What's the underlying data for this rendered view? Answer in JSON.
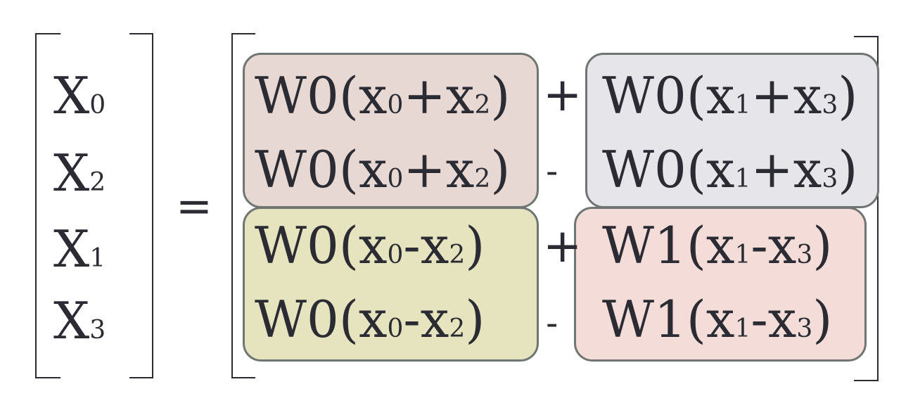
{
  "colors": {
    "box_top_left": "#e8d8d4",
    "box_top_right": "#e6e5ea",
    "box_bottom_left": "#e5e4be",
    "box_bottom_right": "#f4dcd8",
    "box_border": "#6f7570",
    "text": "#2b2b33"
  },
  "lhs": [
    {
      "base": "X",
      "sub": "0"
    },
    {
      "base": "X",
      "sub": "2"
    },
    {
      "base": "X",
      "sub": "1"
    },
    {
      "base": "X",
      "sub": "3"
    }
  ],
  "equals": "=",
  "rhs": {
    "row1": {
      "left": {
        "w": "W0(",
        "a": "x",
        "a_sub": "0",
        "op": "+",
        "b": "x",
        "b_sub": "2",
        "close": ")"
      },
      "op": "+",
      "right": {
        "w": "W0(",
        "a": "x",
        "a_sub": "1",
        "op": "+",
        "b": "x",
        "b_sub": "3",
        "close": ")"
      }
    },
    "row2": {
      "left": {
        "w": "W0(",
        "a": "x",
        "a_sub": "0",
        "op": "+",
        "b": "x",
        "b_sub": "2",
        "close": ")"
      },
      "op": "-",
      "right": {
        "w": "W0(",
        "a": "x",
        "a_sub": "1",
        "op": "+",
        "b": "x",
        "b_sub": "3",
        "close": ")"
      }
    },
    "row3": {
      "left": {
        "w": "W0(",
        "a": "x",
        "a_sub": "0",
        "op": "-",
        "b": "x",
        "b_sub": "2",
        "close": ")"
      },
      "op": "+",
      "right": {
        "w": "W1(",
        "a": "x",
        "a_sub": "1",
        "op": "-",
        "b": "x",
        "b_sub": "3",
        "close": ")"
      }
    },
    "row4": {
      "left": {
        "w": "W0(",
        "a": "x",
        "a_sub": "0",
        "op": "-",
        "b": "x",
        "b_sub": "2",
        "close": ")"
      },
      "op": "-",
      "right": {
        "w": "W1(",
        "a": "x",
        "a_sub": "1",
        "op": "-",
        "b": "x",
        "b_sub": "3",
        "close": ")"
      }
    }
  }
}
